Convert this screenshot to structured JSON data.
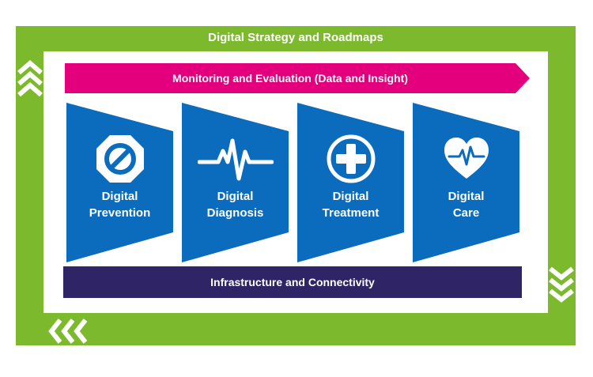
{
  "frame": {
    "title": "Digital Strategy and Roadmaps",
    "color": "#7cb92d"
  },
  "monitoring": {
    "label": "Monitoring and Evaluation (Data and Insight)",
    "color": "#e4007c"
  },
  "pillars": [
    {
      "line1": "Digital",
      "line2": "Prevention",
      "icon": "stop-sign-icon"
    },
    {
      "line1": "Digital",
      "line2": "Diagnosis",
      "icon": "pulse-line-icon"
    },
    {
      "line1": "Digital",
      "line2": "Treatment",
      "icon": "medical-cross-icon"
    },
    {
      "line1": "Digital",
      "line2": "Care",
      "icon": "heart-pulse-icon"
    }
  ],
  "pillar_color": "#0b6bbd",
  "infrastructure": {
    "label": "Infrastructure and Connectivity",
    "color": "#2f2566"
  }
}
